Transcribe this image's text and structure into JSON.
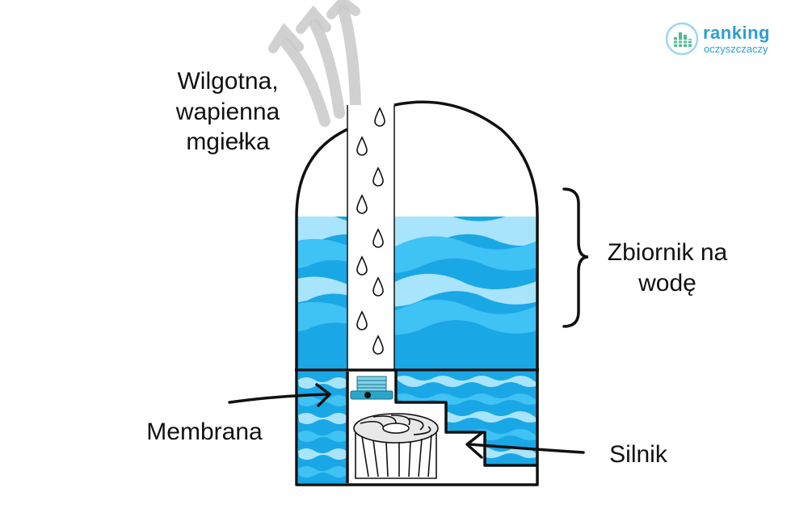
{
  "logo": {
    "name": "ranking",
    "tagline": "oczyszczaczy",
    "color": "#2b9fd3"
  },
  "labels": {
    "mist": [
      "Wilgotna,",
      "wapienna",
      "mgiełka"
    ],
    "tank": [
      "Zbiornik na",
      "wodę"
    ],
    "membrane": "Membrana",
    "motor": "Silnik"
  },
  "colors": {
    "water_dark": "#1aa7e6",
    "water_mid": "#3fc2f4",
    "water_light": "#a8e4fb",
    "outline": "#111111",
    "steam": "#c9c9c9",
    "pump": "#2aa7c8"
  }
}
